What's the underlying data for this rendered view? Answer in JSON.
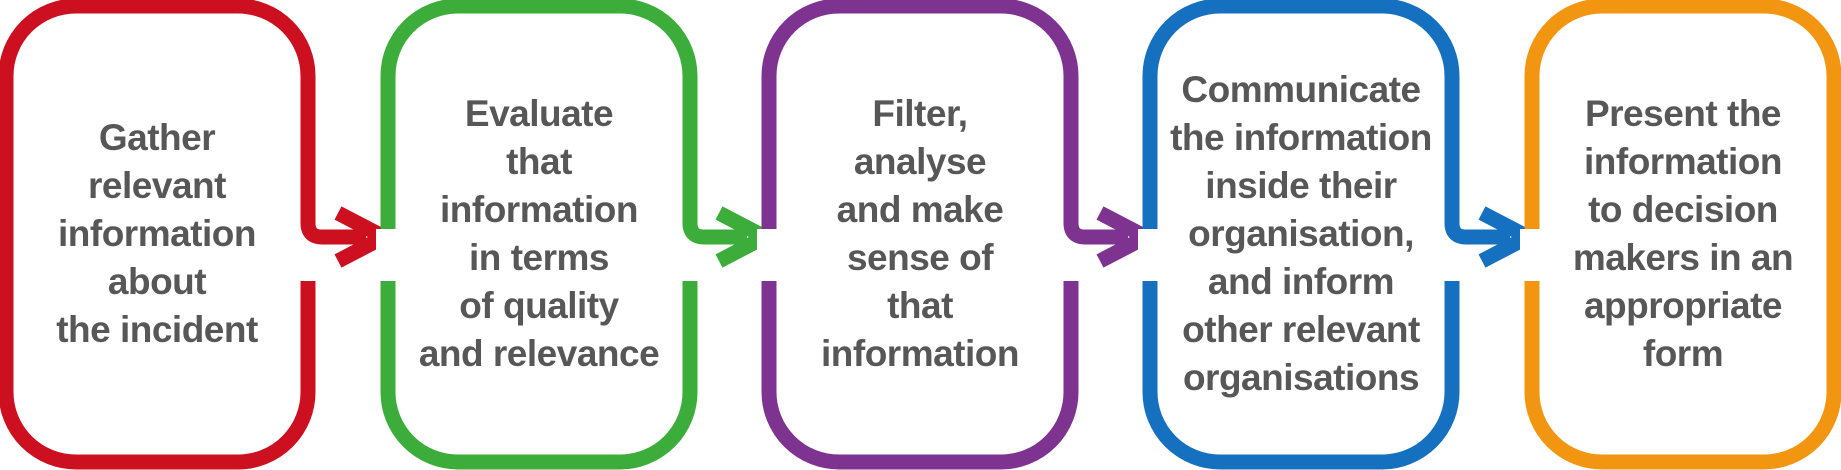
{
  "steps": [
    {
      "id": "gather",
      "color": "#cc1020",
      "lines": [
        "Gather",
        "relevant",
        "information",
        "about",
        "the incident"
      ]
    },
    {
      "id": "evaluate",
      "color": "#3cad3a",
      "lines": [
        "Evaluate",
        "that",
        "information",
        "in terms",
        "of quality",
        "and relevance"
      ]
    },
    {
      "id": "filter",
      "color": "#7e3390",
      "lines": [
        "Filter,",
        "analyse",
        "and make",
        "sense of",
        "that",
        "information"
      ]
    },
    {
      "id": "communicate",
      "color": "#1570bf",
      "lines": [
        "Communicate",
        "the information",
        "inside their",
        "organisation,",
        "and inform",
        "other relevant",
        "organisations"
      ]
    },
    {
      "id": "present",
      "color": "#f29611",
      "lines": [
        "Present the",
        "information",
        "to decision",
        "makers in an",
        "appropriate",
        "form"
      ]
    }
  ],
  "text_color": "#575757"
}
